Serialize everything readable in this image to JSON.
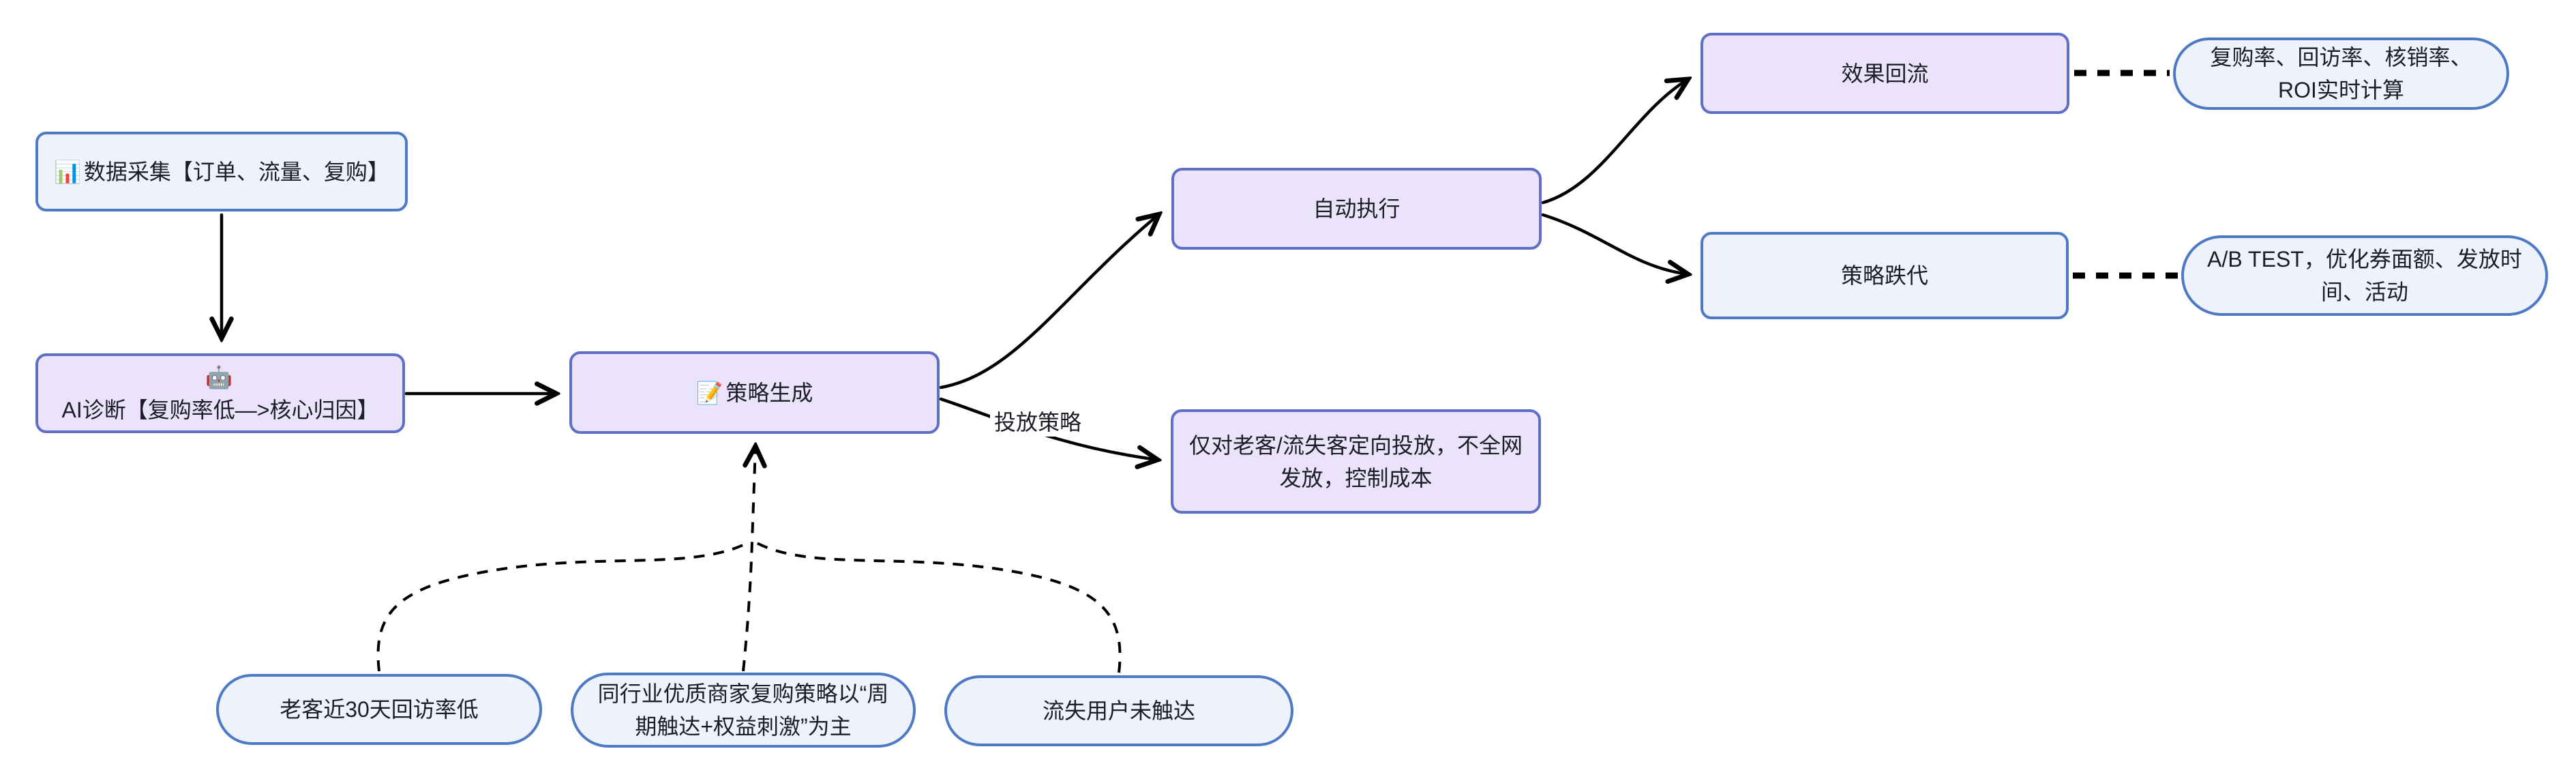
{
  "colors": {
    "background": "#ffffff",
    "node_fill_purple": "#EAE3F9",
    "node_fill_blue": "#EDF2FB",
    "node_border_purple": "#5F6EC6",
    "node_border_blue": "#4E79C5",
    "edge_color": "#000000",
    "text_color": "#1b1e26"
  },
  "nodes": {
    "data_collection": {
      "icon": "📊",
      "label": "数据采集【订单、流量、复购】"
    },
    "ai_diagnosis": {
      "icon": "🤖",
      "label": "AI诊断【复购率低—>核心归因】"
    },
    "strategy_generation": {
      "icon": "📝",
      "label": "策略生成"
    },
    "auto_execution": {
      "label": "自动执行"
    },
    "effect_feedback": {
      "label": "效果回流"
    },
    "strategy_iteration": {
      "label": "策略跌代"
    },
    "targeted_delivery": {
      "label": "仅对老客/流失客定向投放，不全网发放，控制成本"
    },
    "realtime_metrics": {
      "label": "复购率、回访率、核销率、ROI实时计算"
    },
    "ab_test": {
      "label": "A/B TEST，优化券面额、发放时间、活动"
    },
    "old_customer_revisit_low": {
      "label": "老客近30天回访率低"
    },
    "industry_benchmark": {
      "label": "同行业优质商家复购策略以“周期触达+权益刺激”为主"
    },
    "churned_users_unreached": {
      "label": "流失用户未触达"
    }
  },
  "edge_labels": {
    "delivery_strategy": "投放策略"
  }
}
